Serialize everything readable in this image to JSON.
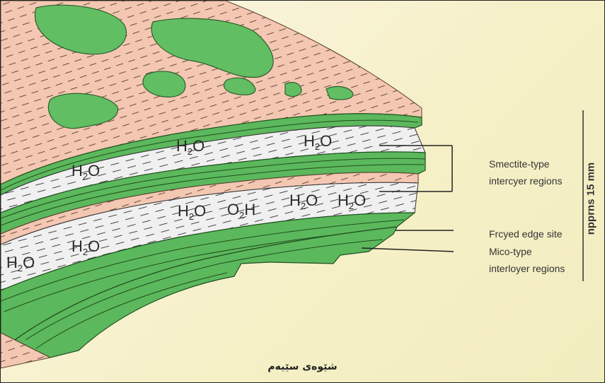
{
  "diagram": {
    "water_labels": [
      "H2O",
      "H2O",
      "H2O",
      "H2O",
      "O2H",
      "H2O",
      "H2O",
      "H2O",
      "H2O"
    ],
    "labels": {
      "smectite": [
        "Smectite-type",
        "intercyer regions"
      ],
      "frayed": "Frcyed edge site",
      "mica": [
        "Mico-type",
        "interloyer regions"
      ],
      "scale": "npprns 15 mm"
    },
    "caption": "شێوەی سێیەم"
  },
  "colors": {
    "clay_green": "#5cb85c",
    "clay_green_dark": "#2e6b2e",
    "pink_layer": "#f3c7b2",
    "water_layer": "#eeeeee",
    "background": "#f6f0c8"
  }
}
